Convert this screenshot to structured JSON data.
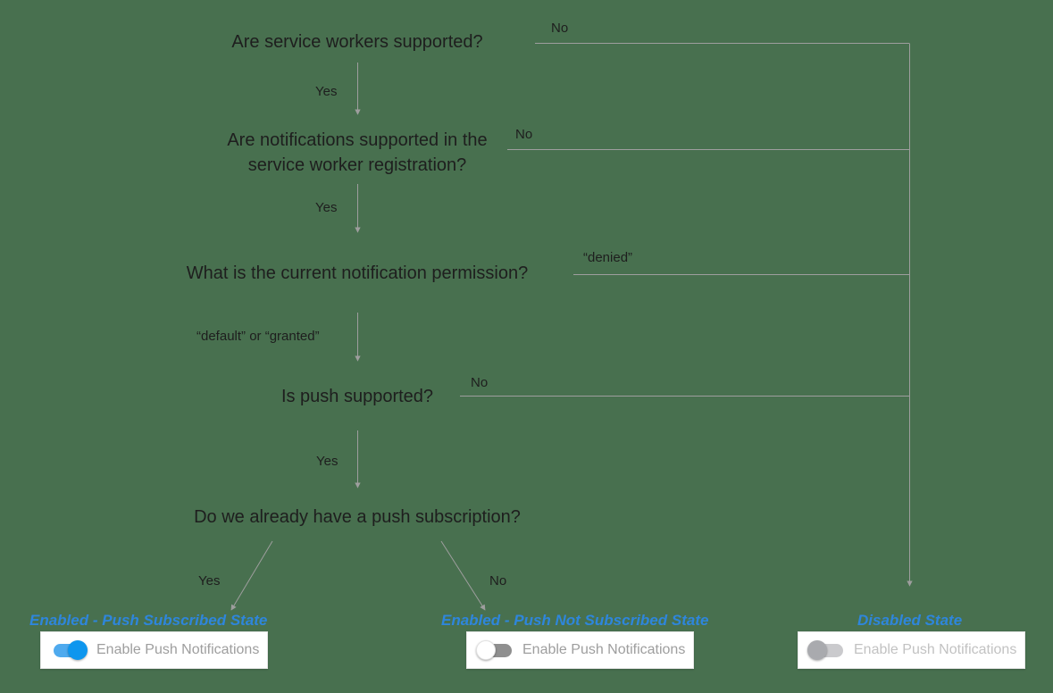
{
  "canvas": {
    "background_color": "#48704F"
  },
  "flowchart": {
    "questions": [
      {
        "id": "service-workers-supported",
        "label": "Are service workers supported?"
      },
      {
        "id": "notifications-supported",
        "label": "Are notifications supported in the service worker registration?"
      },
      {
        "id": "notification-permission",
        "label": "What is the current notification permission?"
      },
      {
        "id": "push-supported",
        "label": "Is push supported?"
      },
      {
        "id": "push-subscription",
        "label": "Do we already have a push subscription?"
      }
    ],
    "branches": {
      "q1_yes": "Yes",
      "q1_no": "No",
      "q2_yes": "Yes",
      "q2_no": "No",
      "q3_yes": "“default” or “granted”",
      "q3_no": "“denied”",
      "q4_yes": "Yes",
      "q4_no": "No",
      "q5_yes": "Yes",
      "q5_no": "No"
    }
  },
  "states": [
    {
      "title": "Enabled - Push Subscribed State",
      "toggle_state": "on",
      "toggle_label": "Enable Push Notifications"
    },
    {
      "title": "Enabled - Push Not Subscribed State",
      "toggle_state": "off",
      "toggle_label": "Enable Push Notifications"
    },
    {
      "title": "Disabled State",
      "toggle_state": "disabled",
      "toggle_label": "Enable Push Notifications"
    }
  ],
  "ui_colors": {
    "connector_line": "#9E9E9E",
    "question_text": "#1E1E1E",
    "state_title": "#2E86DC",
    "toggle_on_knob": "#0E96EE",
    "toggle_on_track": "#4FAAEE",
    "toggle_off_track": "#8F8F8F",
    "toggle_off_knob": "#FFFFFF",
    "toggle_disabled_knob": "#A9AAAE",
    "toggle_disabled_track": "#CACACD",
    "card_background": "#FFFFFF",
    "card_label": "#9E9E9E",
    "card_label_disabled": "#C2C2C2"
  }
}
